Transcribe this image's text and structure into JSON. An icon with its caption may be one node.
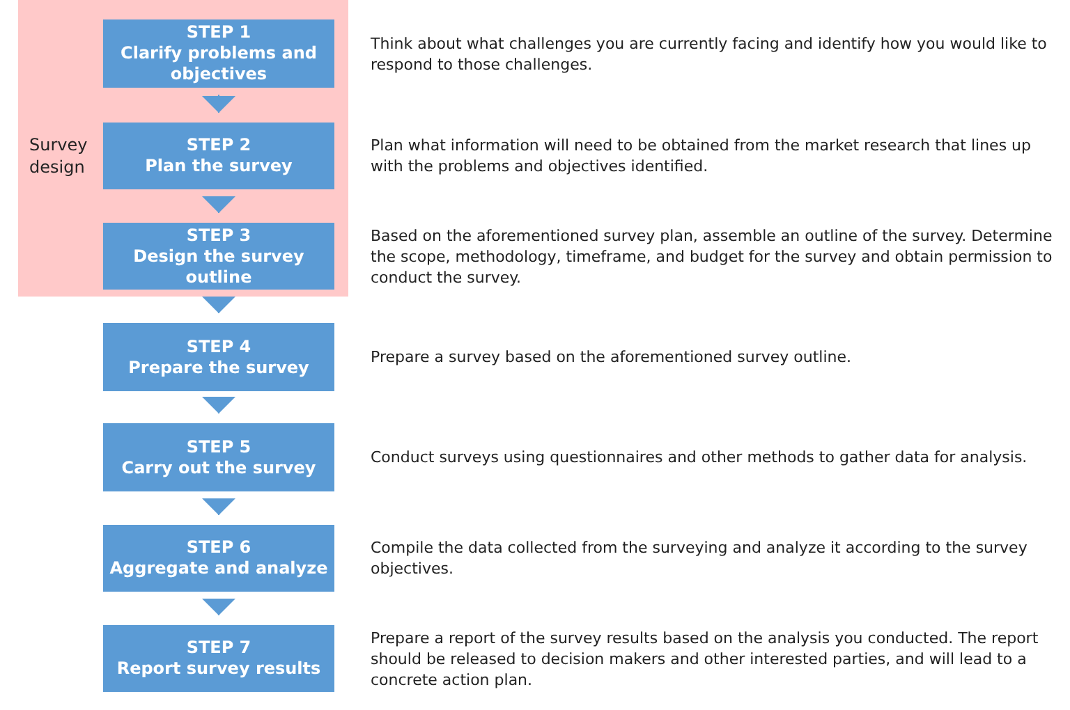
{
  "diagram": {
    "nodes": [
      {
        "text": [
          "Survey design"
        ]
      },
      {
        "text": [
          "STEP 1",
          "Clarify problems and objectives"
        ],
        "in": 0,
        "beside": [
          "Think about what challenges you are currently facing and identify how you would like to respond to those challenges."
        ]
      },
      {
        "text": [
          "STEP 2",
          "Plan the survey"
        ],
        "in": 0,
        "beside": [
          "Plan what information will need to be obtained from the market research that lines up with the problems and objectives identified."
        ]
      },
      {
        "text": [
          "STEP 3",
          "Design the survey outline"
        ],
        "in": 0,
        "beside": [
          "Based on the aforementioned survey plan, assemble an outline of the survey. Determine the scope, methodology, timeframe, and budget for the survey and obtain permission to conduct the survey."
        ]
      },
      {
        "text": [
          "STEP 4",
          "Prepare the survey"
        ],
        "beside": [
          "Prepare a survey based on the aforementioned survey outline."
        ]
      },
      {
        "text": [
          "STEP 5",
          "Carry out the survey"
        ],
        "beside": [
          "Conduct surveys using questionnaires and other methods to gather data for analysis."
        ]
      },
      {
        "text": [
          "STEP 6",
          "Aggregate and analyze"
        ],
        "beside": [
          "Compile the data collected from the surveying and analyze it according to the survey objectives."
        ]
      },
      {
        "text": [
          "STEP 7",
          "Report survey results"
        ],
        "beside": [
          "Prepare a report of the survey results based on the analysis you conducted. The report should be released to decision makers and other interested parties, and will lead to a concrete action plan."
        ]
      }
    ],
    "edges": [
      {
        "from": 1,
        "to": 2,
        "arrow": "to"
      },
      {
        "from": 2,
        "to": 3,
        "arrow": "to"
      },
      {
        "from": 3,
        "to": 4,
        "arrow": "to"
      },
      {
        "from": 4,
        "to": 5,
        "arrow": "to"
      },
      {
        "from": 5,
        "to": 6,
        "arrow": "to"
      },
      {
        "from": 6,
        "to": 7,
        "arrow": "to"
      }
    ]
  }
}
